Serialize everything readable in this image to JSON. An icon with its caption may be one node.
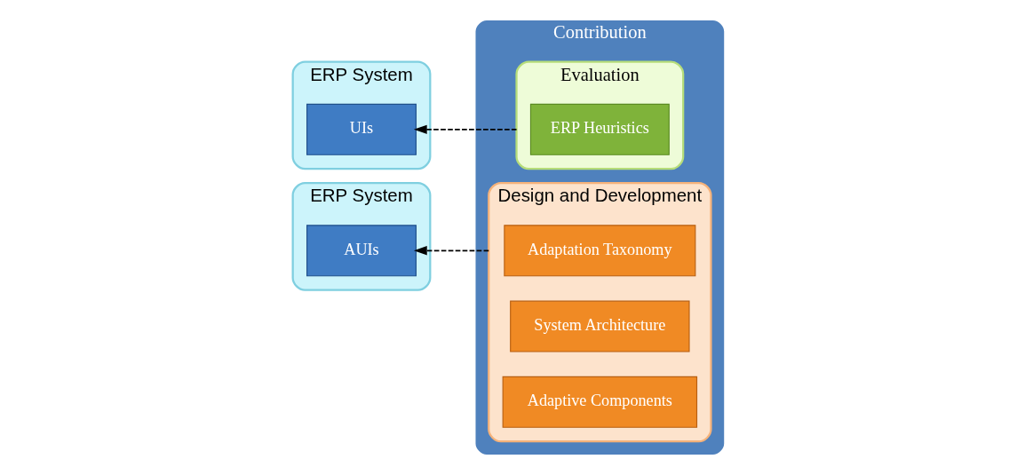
{
  "diagram": {
    "nodes": [
      {
        "text": [
          "ERP System"
        ]
      },
      {
        "text": [
          "UIs"
        ],
        "in": 0
      },
      {
        "text": [
          "ERP System"
        ]
      },
      {
        "text": [
          "AUIs"
        ],
        "in": 2
      },
      {
        "text": [
          "Contribution"
        ]
      },
      {
        "text": [
          "Evaluation"
        ],
        "in": 4
      },
      {
        "text": [
          "ERP Heuristics"
        ],
        "in": 5
      },
      {
        "text": [
          "Design and Development"
        ],
        "in": 4
      },
      {
        "text": [
          "Adaptation Taxonomy"
        ],
        "in": 7
      },
      {
        "text": [
          "System Architecture"
        ],
        "in": 7
      },
      {
        "text": [
          "Adaptive Components"
        ],
        "in": 7
      }
    ],
    "edges": [
      {
        "from": 5,
        "to": 1,
        "arrow": "to",
        "style": "dashed"
      },
      {
        "from": 7,
        "to": 3,
        "arrow": "to",
        "style": "dashed"
      }
    ]
  }
}
